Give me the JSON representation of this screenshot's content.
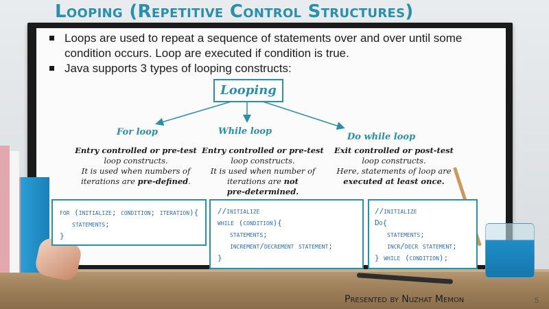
{
  "title": "Looping (Repetitive Control Structures)",
  "bullets": [
    "Loops are used to repeat a sequence of statements over and over until some",
    "condition occurs. Loop are executed if condition is true.",
    "Java supports 3 types of  looping constructs:"
  ],
  "root_label": "Looping",
  "branches": {
    "for": {
      "label": "For loop",
      "desc": [
        "Entry controlled or pre-test",
        "loop constructs.",
        "It is used when numbers of",
        "iterations are ",
        "pre-defined",
        "."
      ]
    },
    "while": {
      "label": "While loop",
      "desc": [
        "Entry controlled or pre-test",
        "loop constructs.",
        "It is used when number of",
        "iterations are ",
        "not",
        "pre-determined."
      ]
    },
    "dowhile": {
      "label": "Do while loop",
      "desc": [
        "Exit controlled or post-test",
        "loop constructs.",
        "Here, statements of loop are",
        "executed at least once."
      ]
    }
  },
  "code": {
    "for": [
      "for (initialize; condition; iteration){",
      "statements;",
      "}"
    ],
    "while": [
      "//initialize",
      "while (condition){",
      "statements;",
      "increment/decrement statement;",
      "}"
    ],
    "dowhile": [
      "//initialize",
      "Do{",
      "statements;",
      "incr/decr statement;",
      "} while (condition);"
    ]
  },
  "footer": "Presented by Nuzhat Memon",
  "page_number": "5",
  "colors": {
    "accent": "#2a8fa8",
    "code_text": "#2a6db0"
  }
}
